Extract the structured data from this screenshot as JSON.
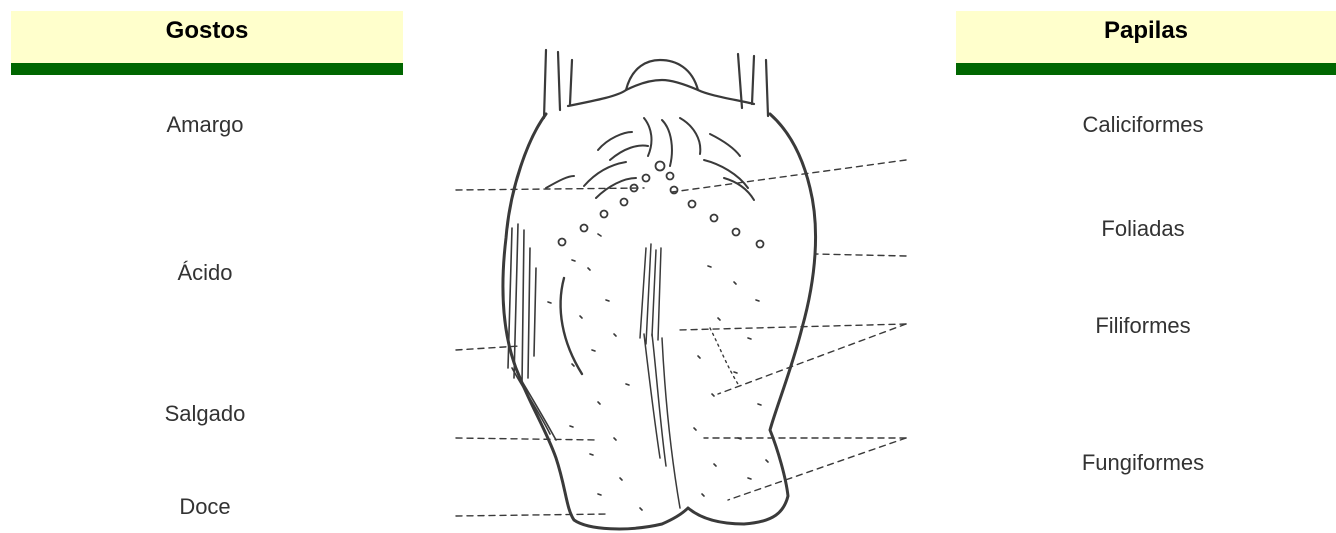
{
  "headers": {
    "left": "Gostos",
    "right": "Papilas"
  },
  "tastes": [
    "Amargo",
    "Ácido",
    "Salgado",
    "Doce"
  ],
  "papillae": [
    "Caliciformes",
    "Foliadas",
    "Filiformes",
    "Fungiformes"
  ],
  "colors": {
    "header_bg": "#ffffcc",
    "header_bar": "#006600",
    "ink": "#3a3a3a"
  }
}
